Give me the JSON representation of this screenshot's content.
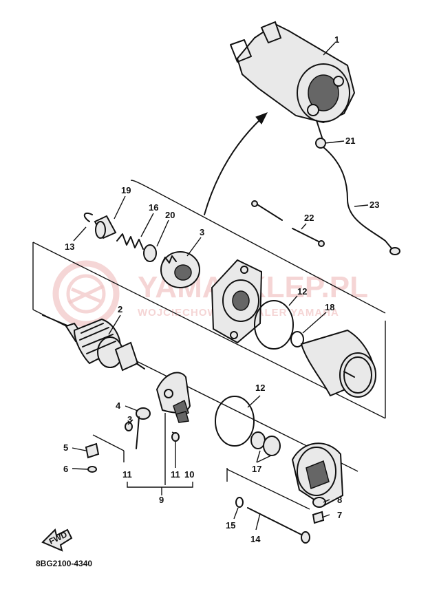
{
  "diagram": {
    "code": "8BG2100-4340",
    "fwd_label": "FWD",
    "watermark": {
      "main": "YAMASKLEP.PL",
      "sub": "WOJCIECHOWSKI DEALER YAMAHA"
    },
    "callouts": {
      "c1": "1",
      "c2": "2",
      "c3": "3",
      "c3b": "3",
      "c4": "4",
      "c5": "5",
      "c6": "6",
      "c7": "7",
      "c8": "8",
      "c9": "9",
      "c10": "10",
      "c11a": "11",
      "c11b": "11",
      "c12a": "12",
      "c12b": "12",
      "c13": "13",
      "c14": "14",
      "c15": "15",
      "c16": "16",
      "c17": "17",
      "c18": "18",
      "c19": "19",
      "c20": "20",
      "c21": "21",
      "c22": "22",
      "c23": "23"
    }
  }
}
